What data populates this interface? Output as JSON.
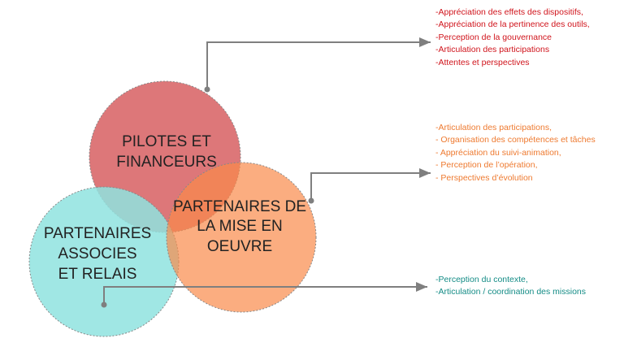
{
  "circles": {
    "pilotes": {
      "lines": [
        "PILOTES ET",
        "FINANCEURS"
      ],
      "color": "#d9686a"
    },
    "partenaires_mise": {
      "lines": [
        "PARTENAIRES DE",
        "LA MISE EN",
        "OEUVRE"
      ],
      "color": "#f9a06c"
    },
    "partenaires_associes": {
      "lines": [
        "PARTENAIRES",
        "ASSOCIES",
        "ET RELAIS"
      ],
      "color": "#8fe3df"
    }
  },
  "lists": {
    "pilotes": [
      "-Appréciation des effets des dispositifs,",
      "-Appréciation de la pertinence des outils,",
      "-Perception de la gouvernance",
      "-Articulation des participations",
      "-Attentes et perspectives"
    ],
    "partenaires_mise": [
      "-Articulation des participations,",
      "- Organisation des compétences et tâches",
      "- Appréciation du suivi-animation,",
      "- Perception de l’opération,",
      "- Perspectives d’évolution"
    ],
    "partenaires_associes": [
      "-Perception du contexte,",
      "-Articulation / coordination des missions"
    ]
  }
}
